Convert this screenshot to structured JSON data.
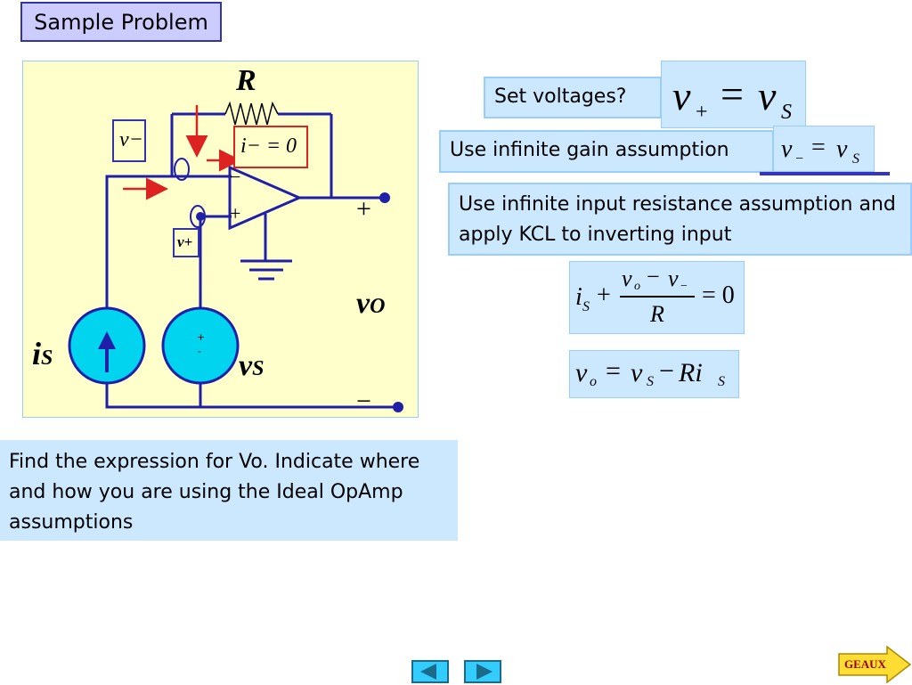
{
  "slide": {
    "title": "Sample Problem",
    "problem_text": "Find the expression for Vo. Indicate where and how you are using the Ideal OpAmp assumptions"
  },
  "circuit": {
    "resistor_label": "R",
    "v_minus_label": "v−",
    "v_plus_label": "v+",
    "i_minus_label": "i− = 0",
    "is_label": "i",
    "is_sub": "S",
    "vs_label": "v",
    "vs_sub": "S",
    "vo_label": "v",
    "vo_sub": "O",
    "plus_sign": "+",
    "minus_sign": "−",
    "opamp_minus": "−",
    "opamp_plus": "+",
    "vs_src_plus": "+",
    "vs_src_minus": "-"
  },
  "steps": {
    "set_voltages": "Set voltages?",
    "eq1_lhs": "v",
    "eq1_lhs_sub": "+",
    "eq1_rhs": "v",
    "eq1_rhs_sub": "S",
    "infinite_gain": "Use infinite gain assumption",
    "eq2_lhs": "v",
    "eq2_lhs_sub": "−",
    "eq2_rhs": "v",
    "eq2_rhs_sub": "S",
    "infinite_resistance": "Use infinite input resistance assumption and apply KCL to inverting input",
    "kcl_is": "i",
    "kcl_is_sub": "S",
    "kcl_num": "v",
    "kcl_num_sub_o": "o",
    "kcl_num_minus": "−",
    "kcl_num_v2": "v",
    "kcl_num_sub_minus": "−",
    "kcl_den": "R",
    "kcl_rhs": "= 0",
    "final_lhs": "v",
    "final_lhs_sub": "o",
    "final_v": "v",
    "final_v_sub": "S",
    "final_ri": "Ri",
    "final_ri_sub": "S"
  },
  "nav": {
    "geaux_label": "GEAUX"
  },
  "colors": {
    "wire": "#1f1fa8",
    "arrow_red": "#dd2222",
    "source_fill": "#00d4ee",
    "panel_bg": "#ffffcc",
    "note_bg": "#cce8ff",
    "title_bg": "#ccccff"
  }
}
